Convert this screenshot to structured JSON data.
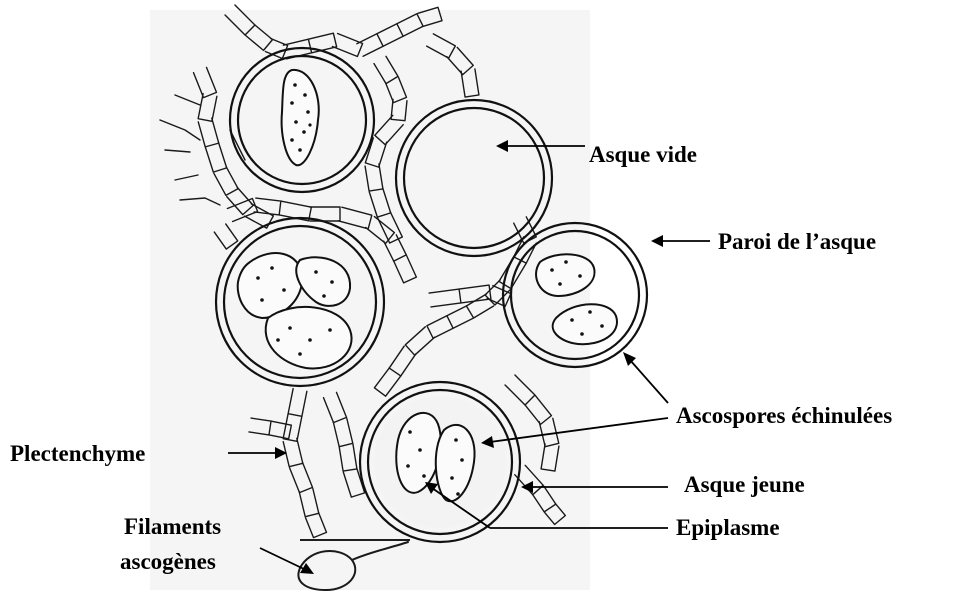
{
  "labels": {
    "asque_vide": "Asque vide",
    "paroi": "Paroi de l’asque",
    "ascospores": "Ascospores échinulées",
    "plectenchyme": "Plectenchyme",
    "asque_jeune": "Asque jeune",
    "filaments_line1": "Filaments",
    "filaments_line2": "ascogènes",
    "epiplasme": "Epiplasme"
  },
  "colors": {
    "ink": "#111111",
    "background": "#ffffff"
  }
}
